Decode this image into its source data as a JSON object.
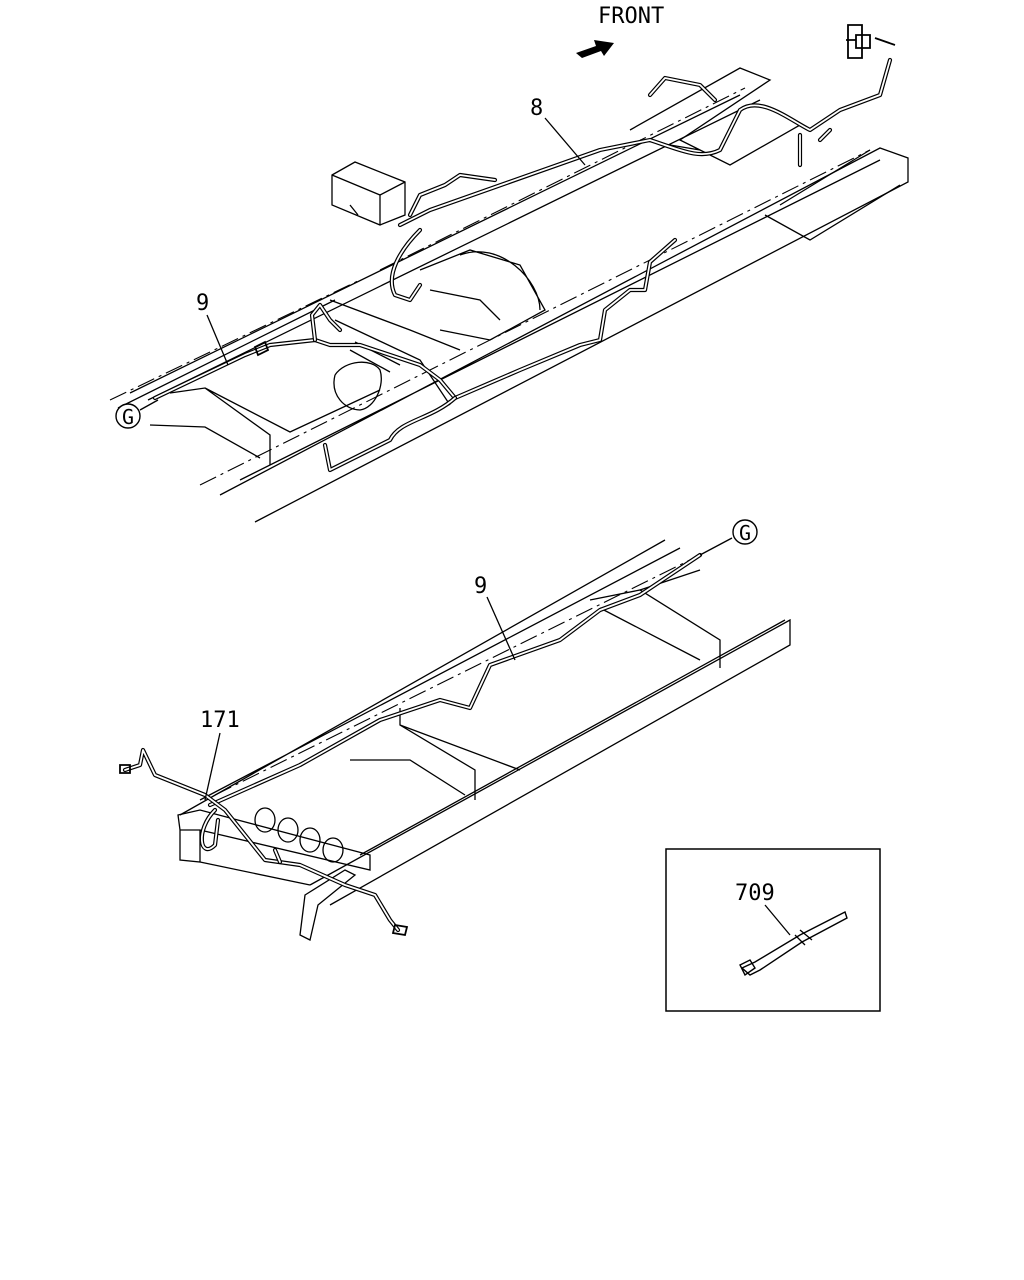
{
  "direction": {
    "label": "FRONT",
    "icon": "arrow-right-icon"
  },
  "callouts": {
    "harness_upper": "8",
    "harness_chassis_top": "9",
    "harness_chassis_bottom": "9",
    "harness_rear": "171",
    "clip": "709"
  },
  "connectors": {
    "top": "G",
    "bottom": "G"
  }
}
